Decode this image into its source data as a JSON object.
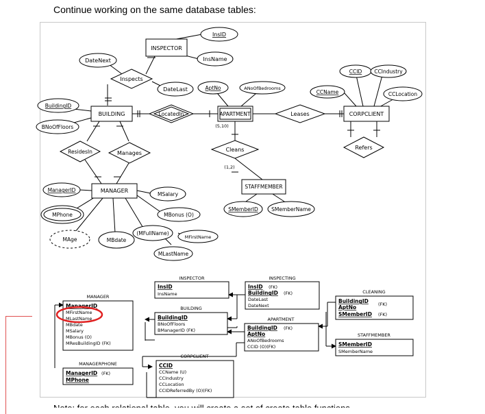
{
  "heading": "Continue working on the same database tables:",
  "cut_text": "Note: for each relational table, you will create a set of create table functions",
  "er": {
    "entities": {
      "inspector": "INSPECTOR",
      "building": "BUILDING",
      "apartment": "APARTMENT",
      "corpclient": "CORPCLIENT",
      "manager": "MANAGER",
      "staffmember": "STAFFMEMBER"
    },
    "relationships": {
      "inspects": "Inspects",
      "locatedin": "LocatedIn",
      "leases": "Leases",
      "refers": "Refers",
      "residesin": "ResidesIn",
      "manages": "Manages",
      "cleans": "Cleans"
    },
    "attributes": {
      "insid": "InsID",
      "insname": "InsName",
      "datenext": "DateNext",
      "datelast": "DateLast",
      "aptno": "AptNo",
      "anoofbedrooms": "ANoOfBedrooms",
      "ccid": "CCID",
      "ccindustry": "CCIndustry",
      "ccname": "CCName",
      "cclocation": "CCLocation",
      "buildingid": "BuildingID",
      "bnooffloors": "BNoOfFloors",
      "managerid": "ManagerID",
      "msalary": "MSalary",
      "mphone": "MPhone",
      "mbonus": "MBonus (O)",
      "mage": "MAge",
      "mbdate": "MBdate",
      "mfullname": "(MFullName)",
      "mfirstname": "MFirstName",
      "mlastname": "MLastName",
      "smemberid": "SMemberID",
      "smembername": "SMemberName"
    },
    "cardinality_cleans": "(1,2)",
    "cardinality_apartment": "(5,10)"
  },
  "relational": {
    "inspector": {
      "title": "INSPECTOR",
      "rows": [
        "InsID",
        "InsName"
      ]
    },
    "inspecting": {
      "title": "INSPECTING",
      "rows": [
        "InsID",
        "(FK)",
        "BuildingID",
        "(FK)",
        "DateLast",
        "DateNext"
      ]
    },
    "manager": {
      "title": "MANAGER",
      "rows": [
        "ManagerID",
        "MFirstName",
        "MLastName",
        "MBdate",
        "MSalary",
        "MBonus  (O)",
        "MResBuildingID  (FK)"
      ]
    },
    "building": {
      "title": "BUILDING",
      "rows": [
        "BuildingID",
        "BNoOfFloors",
        "BManagerID  (FK)"
      ]
    },
    "cleaning": {
      "title": "CLEANING",
      "rows": [
        "BuildingID",
        "(FK)",
        "AptNo",
        "SMemberID",
        "(FK)"
      ]
    },
    "apartment": {
      "title": "APARTMENT",
      "rows": [
        "BuildingID",
        "(FK)",
        "AptNo",
        "ANoOfBedrooms",
        "CCID  (O)(FK)"
      ]
    },
    "staffmember": {
      "title": "STAFFMEMBER",
      "rows": [
        "SMemberID",
        "SMemberName"
      ]
    },
    "managerphone": {
      "title": "MANAGERPHONE",
      "rows": [
        "ManagerID",
        "(FK)",
        "MPhone"
      ]
    },
    "corpclient": {
      "title": "CORPCLIENT",
      "rows": [
        "CCID",
        "CCName  (U)",
        "CCIndustry",
        "CCLocation",
        "CCIDReferredBy  (O)(FK)"
      ]
    }
  },
  "colors": {
    "highlight_ring": "#e02020",
    "annotation_line": "#e05050"
  }
}
